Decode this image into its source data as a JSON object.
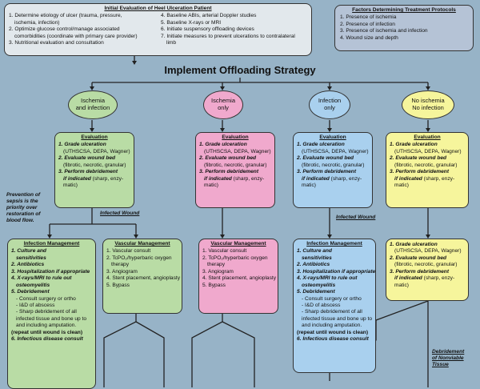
{
  "initial": {
    "title": "Initial Evaluation of Heel Ulceration Patient",
    "left_items": [
      "1. Determine etiology of ulcer (trauma, pressure,",
      "    ischemia, infection)",
      "2. Optimize glucose control/manage associated",
      "    comorbidities (coordinate with primary care provider)",
      "3. Nutritional evaluation and consultation"
    ],
    "right_items": [
      "4. Baseline ABIs, arterial Doppler studies",
      "5. Baseline X-rays or MRI",
      "6. Initiate suspensory offloading devices",
      "7. Initiate measures to prevent ulcerations to contralateral",
      "    limb"
    ]
  },
  "factors": {
    "title": "Factors Determining Treatment Protocols",
    "items": [
      "1. Presence of ischemia",
      "2. Presence of infection",
      "3. Presence of ischemia and infection",
      "4. Wound size and depth"
    ]
  },
  "strategy": "Implement Offloading Strategy",
  "categories": [
    {
      "line1": "Ischemia",
      "line2": "and infection"
    },
    {
      "line1": "Ischemia",
      "line2": "only"
    },
    {
      "line1": "Infection",
      "line2": "only"
    },
    {
      "line1": "No ischemia",
      "line2": "No infection"
    }
  ],
  "evaluation": {
    "title": "Evaluation",
    "item1": "1. Grade ulceration",
    "item1_detail": "(UTHSCSA, DEPA, Wagner)",
    "item2": "2. Evaluate wound bed",
    "item2_detail": "(fibrotic, necrotic, granular)",
    "item3": "3. Perform debridement",
    "item3_detail_a": "if indicated",
    "item3_detail_b": "(sharp, enzy-",
    "item3_detail_c": "matic)"
  },
  "prevention": [
    "Prevention of",
    "sepsis is the",
    "priority over",
    "restoration of",
    "blood flow."
  ],
  "infected_wound": "Infected Wound",
  "infection_mgmt": {
    "title": "Infection Management",
    "items": [
      "1. Culture and",
      "    sensitivities",
      "2. Antibiotics",
      "3. Hospitalization if appropriate",
      "4. X-rays/MRI to rule out",
      "    osteomyelitis",
      "5. Debridement"
    ],
    "sub_items": [
      "- Consult surgery or ortho",
      "- I&D of abscess",
      "- Sharp debridement of all",
      "  infected tissue and bone up to",
      "  and including amputation."
    ],
    "repeat": "(repeat until wound is clean)",
    "item6": "6. Infectious disease consult"
  },
  "vascular": {
    "title": "Vascular Management",
    "items": [
      "1. Vascular consult",
      "2. TcPO₂/hyperbaric oxygen",
      "    therapy",
      "3. Angiogram",
      "4. Stent placement, angioplasty",
      "5. Bypass"
    ]
  },
  "debridement_label": [
    "Debridement",
    "of Nonviable",
    "Tissue"
  ],
  "colors": {
    "background": "#97b3c7",
    "green": "#b9dca5",
    "pink": "#f0a9cd",
    "blue": "#a9d0ee",
    "yellow": "#f6f59c",
    "factors_box": "#b5c3d6",
    "initial_box": "#e2e8ec"
  }
}
